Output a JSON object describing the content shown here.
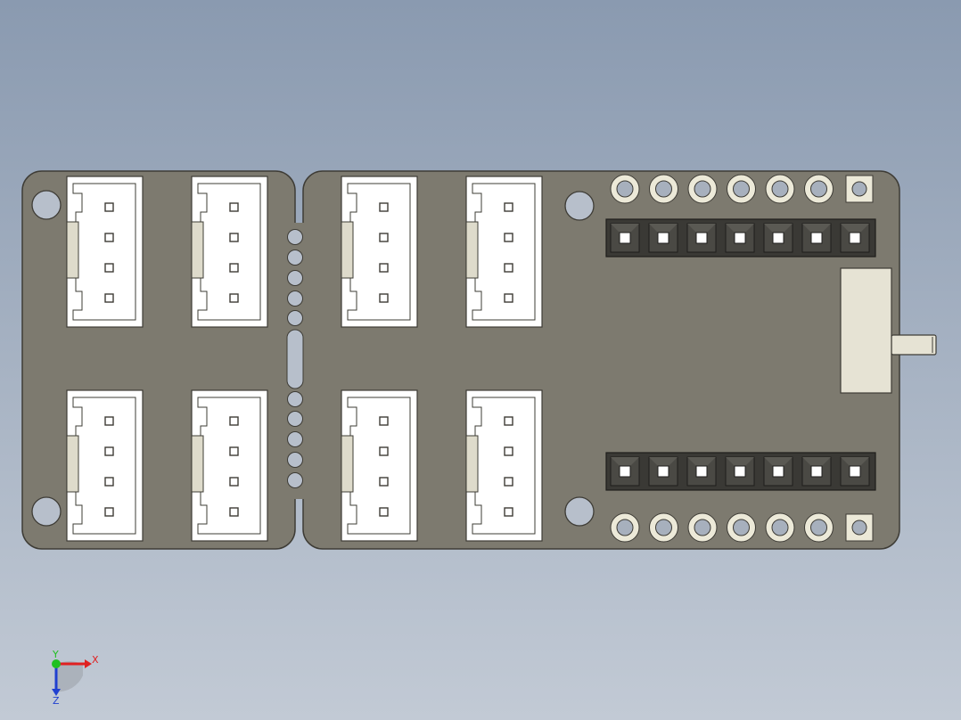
{
  "viewport": {
    "background_top": "#8a9ab0",
    "background_bottom": "#c2cad5"
  },
  "board": {
    "pcb_color": "#7d7a6f",
    "outline_color": "#3e3c36",
    "connector_housing_color": "#ffffff",
    "header_color": "#3a3935",
    "pad_color": "#ece9d8",
    "panels": 2,
    "left_panel": {
      "connectors": 4,
      "mounting_holes": 2
    },
    "right_panel": {
      "connectors": 4,
      "mounting_holes": 2,
      "header_pins_per_row": 7,
      "header_rows": 2,
      "through_hole_pads_per_row": 7,
      "switch": "slide-switch"
    },
    "connector_pins": 4,
    "breakaway_holes": 10
  },
  "triad": {
    "x_label": "X",
    "y_label": "Y",
    "z_label": "Z",
    "x_color": "#e02020",
    "y_color": "#20c020",
    "z_color": "#2040d0"
  }
}
